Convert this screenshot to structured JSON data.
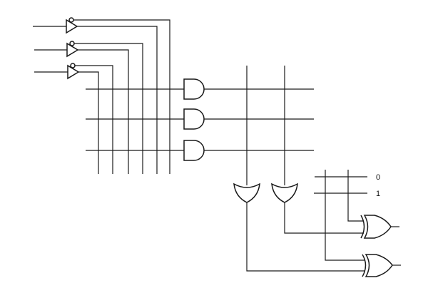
{
  "diagram": {
    "type": "logic-circuit",
    "components": {
      "not_gates": 3,
      "and_gates": 3,
      "or_gates": 2,
      "xor_gates": 2
    },
    "output_labels": [
      "0",
      "1"
    ],
    "colors": {
      "background": "#ffffff",
      "line": "#1a1a1a",
      "text": "#111111"
    }
  }
}
